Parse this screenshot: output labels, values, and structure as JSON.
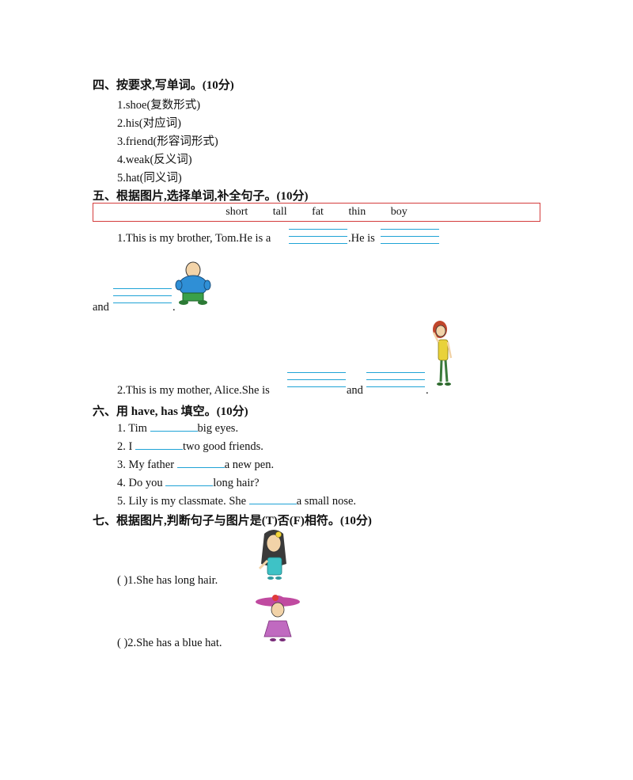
{
  "sec4": {
    "heading": "四、按要求,写单词。(10分)",
    "items": [
      "1.shoe(复数形式)",
      "2.his(对应词)",
      "3.friend(形容词形式)",
      "4.weak(反义词)",
      "5.hat(同义词)"
    ]
  },
  "sec5": {
    "heading": "五、根据图片,选择单词,补全句子。(10分)",
    "words": [
      "short",
      "tall",
      "fat",
      "thin",
      "boy"
    ],
    "q1_part1": "1.This is my brother, Tom.He is a",
    "q1_part2": ".He is",
    "q1_and": "and",
    "q1_end": ".",
    "q2_part1": "2.This is my mother, Alice.She is",
    "q2_and": "and",
    "q2_end": "."
  },
  "sec6": {
    "heading": "六、用 have, has 填空。(10分)",
    "items": [
      {
        "pre": "1. Tim ",
        "post": "big eyes."
      },
      {
        "pre": "2. I ",
        "post": "two good friends."
      },
      {
        "pre": "3. My father ",
        "post": "a new pen."
      },
      {
        "pre": "4. Do you ",
        "post": "long hair?"
      },
      {
        "pre": "5. Lily is my classmate. She ",
        "post": "a small nose."
      }
    ]
  },
  "sec7": {
    "heading": "七、根据图片,判断句子与图片是(T)否(F)相符。(10分)",
    "items": [
      {
        "paren": "(        )",
        "text": "1.She has long hair."
      },
      {
        "paren": "(        )",
        "text": "2.She has a blue hat."
      }
    ]
  },
  "colors": {
    "blank_line": "#1fa3d6",
    "wordbox_border": "#d43c3c"
  }
}
